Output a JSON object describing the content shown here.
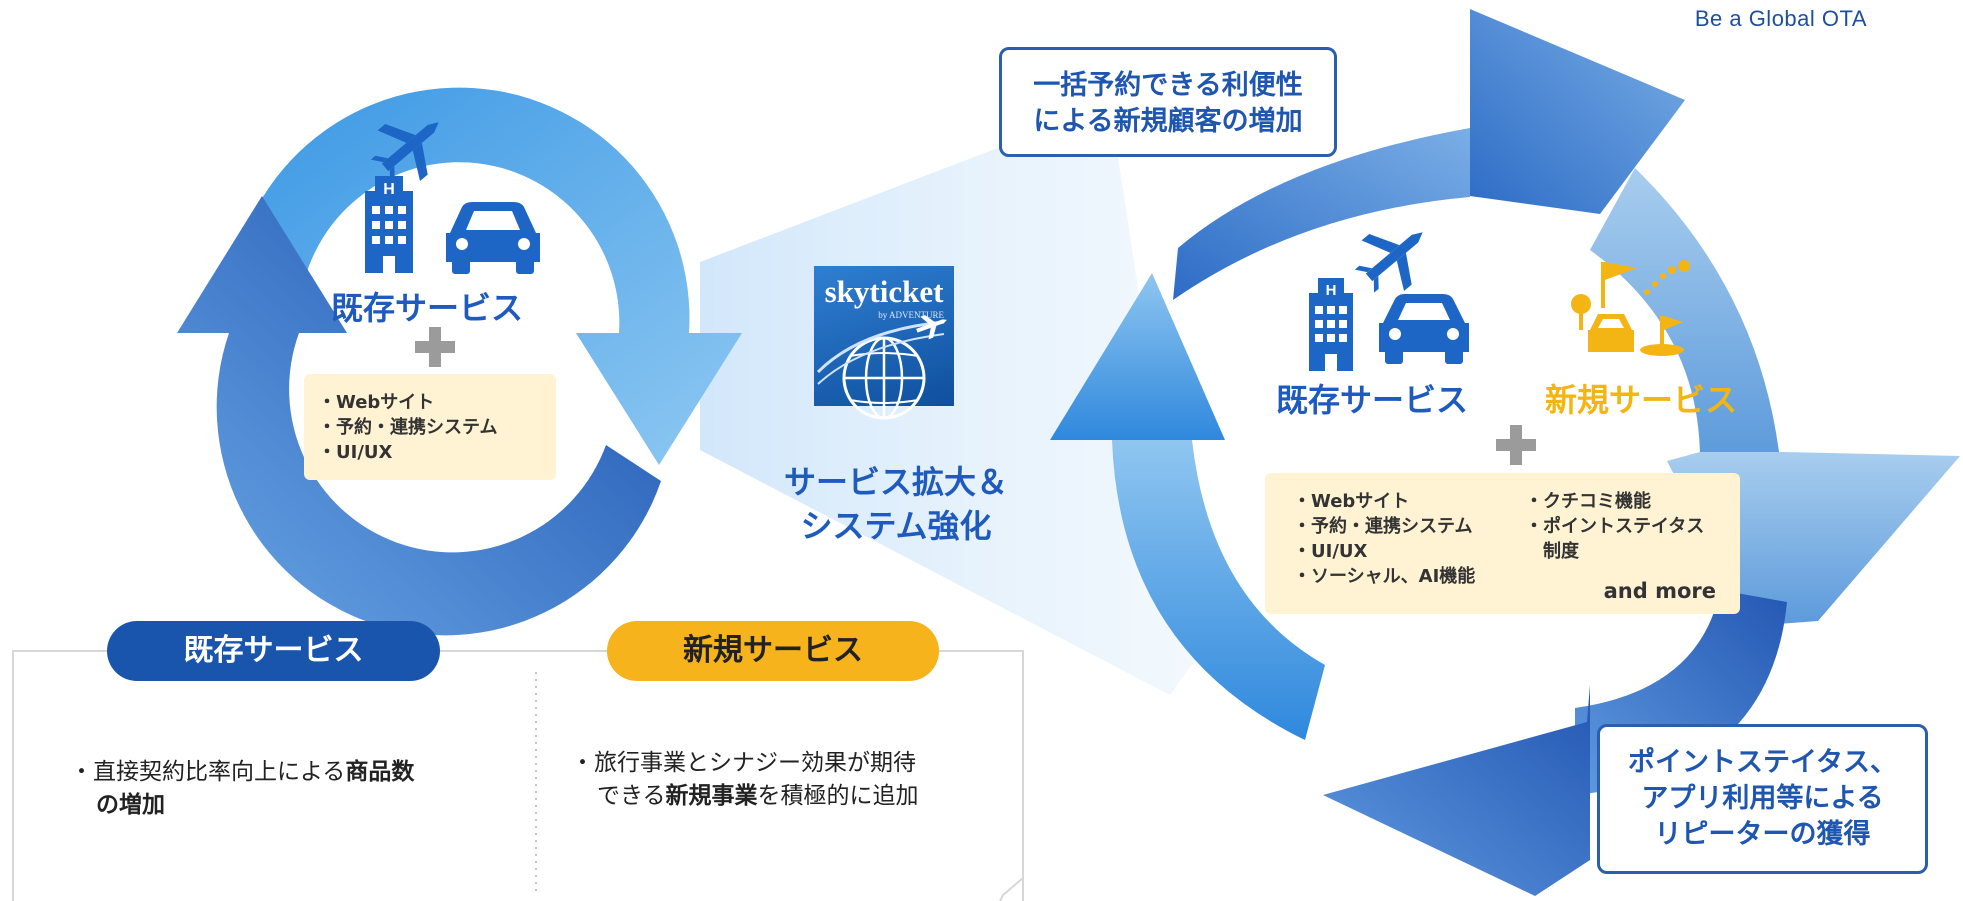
{
  "tagline": "Be a Global OTA",
  "callouts": {
    "top": [
      "一括予約できる利便性",
      "による新規顧客の増加"
    ],
    "bottom": [
      "ポイントステイタス、",
      "アプリ利用等による",
      "リピーターの獲得"
    ]
  },
  "left_cycle": {
    "label": "既存サービス",
    "features": [
      "・Webサイト",
      "・予約・連携システム",
      "・UI/UX"
    ]
  },
  "right_cycle": {
    "existing_label": "既存サービス",
    "new_label": "新規サービス",
    "features_left": [
      "・Webサイト",
      "・予約・連携システム",
      "・UI/UX",
      "・ソーシャル、AI機能"
    ],
    "features_right": [
      "・クチコミ機能",
      "・ポイントステイタス",
      "制度"
    ],
    "and_more": "and more"
  },
  "logo": {
    "name": "skyticket",
    "sub": "by ADVENTURE"
  },
  "center_title": [
    "サービス拡大＆",
    "システム強化"
  ],
  "panels": {
    "existing": {
      "tab": "既存サービス",
      "bullet": "・",
      "text_before": "直接契約比率向上による",
      "text_bold1": "商品数",
      "text_bold2": "の増加"
    },
    "new": {
      "tab": "新規サービス",
      "bullet": "・",
      "line1": "旅行事業とシナジー効果が期待",
      "line2_before": "できる",
      "line2_bold": "新規事業",
      "line2_after": "を積極的に追加"
    }
  },
  "colors": {
    "blue_dark": "#1a55ad",
    "blue_mid": "#3d86d8",
    "blue_light": "#7fb8ea",
    "yellow": "#f6b31b",
    "cream": "#fff3d4"
  }
}
